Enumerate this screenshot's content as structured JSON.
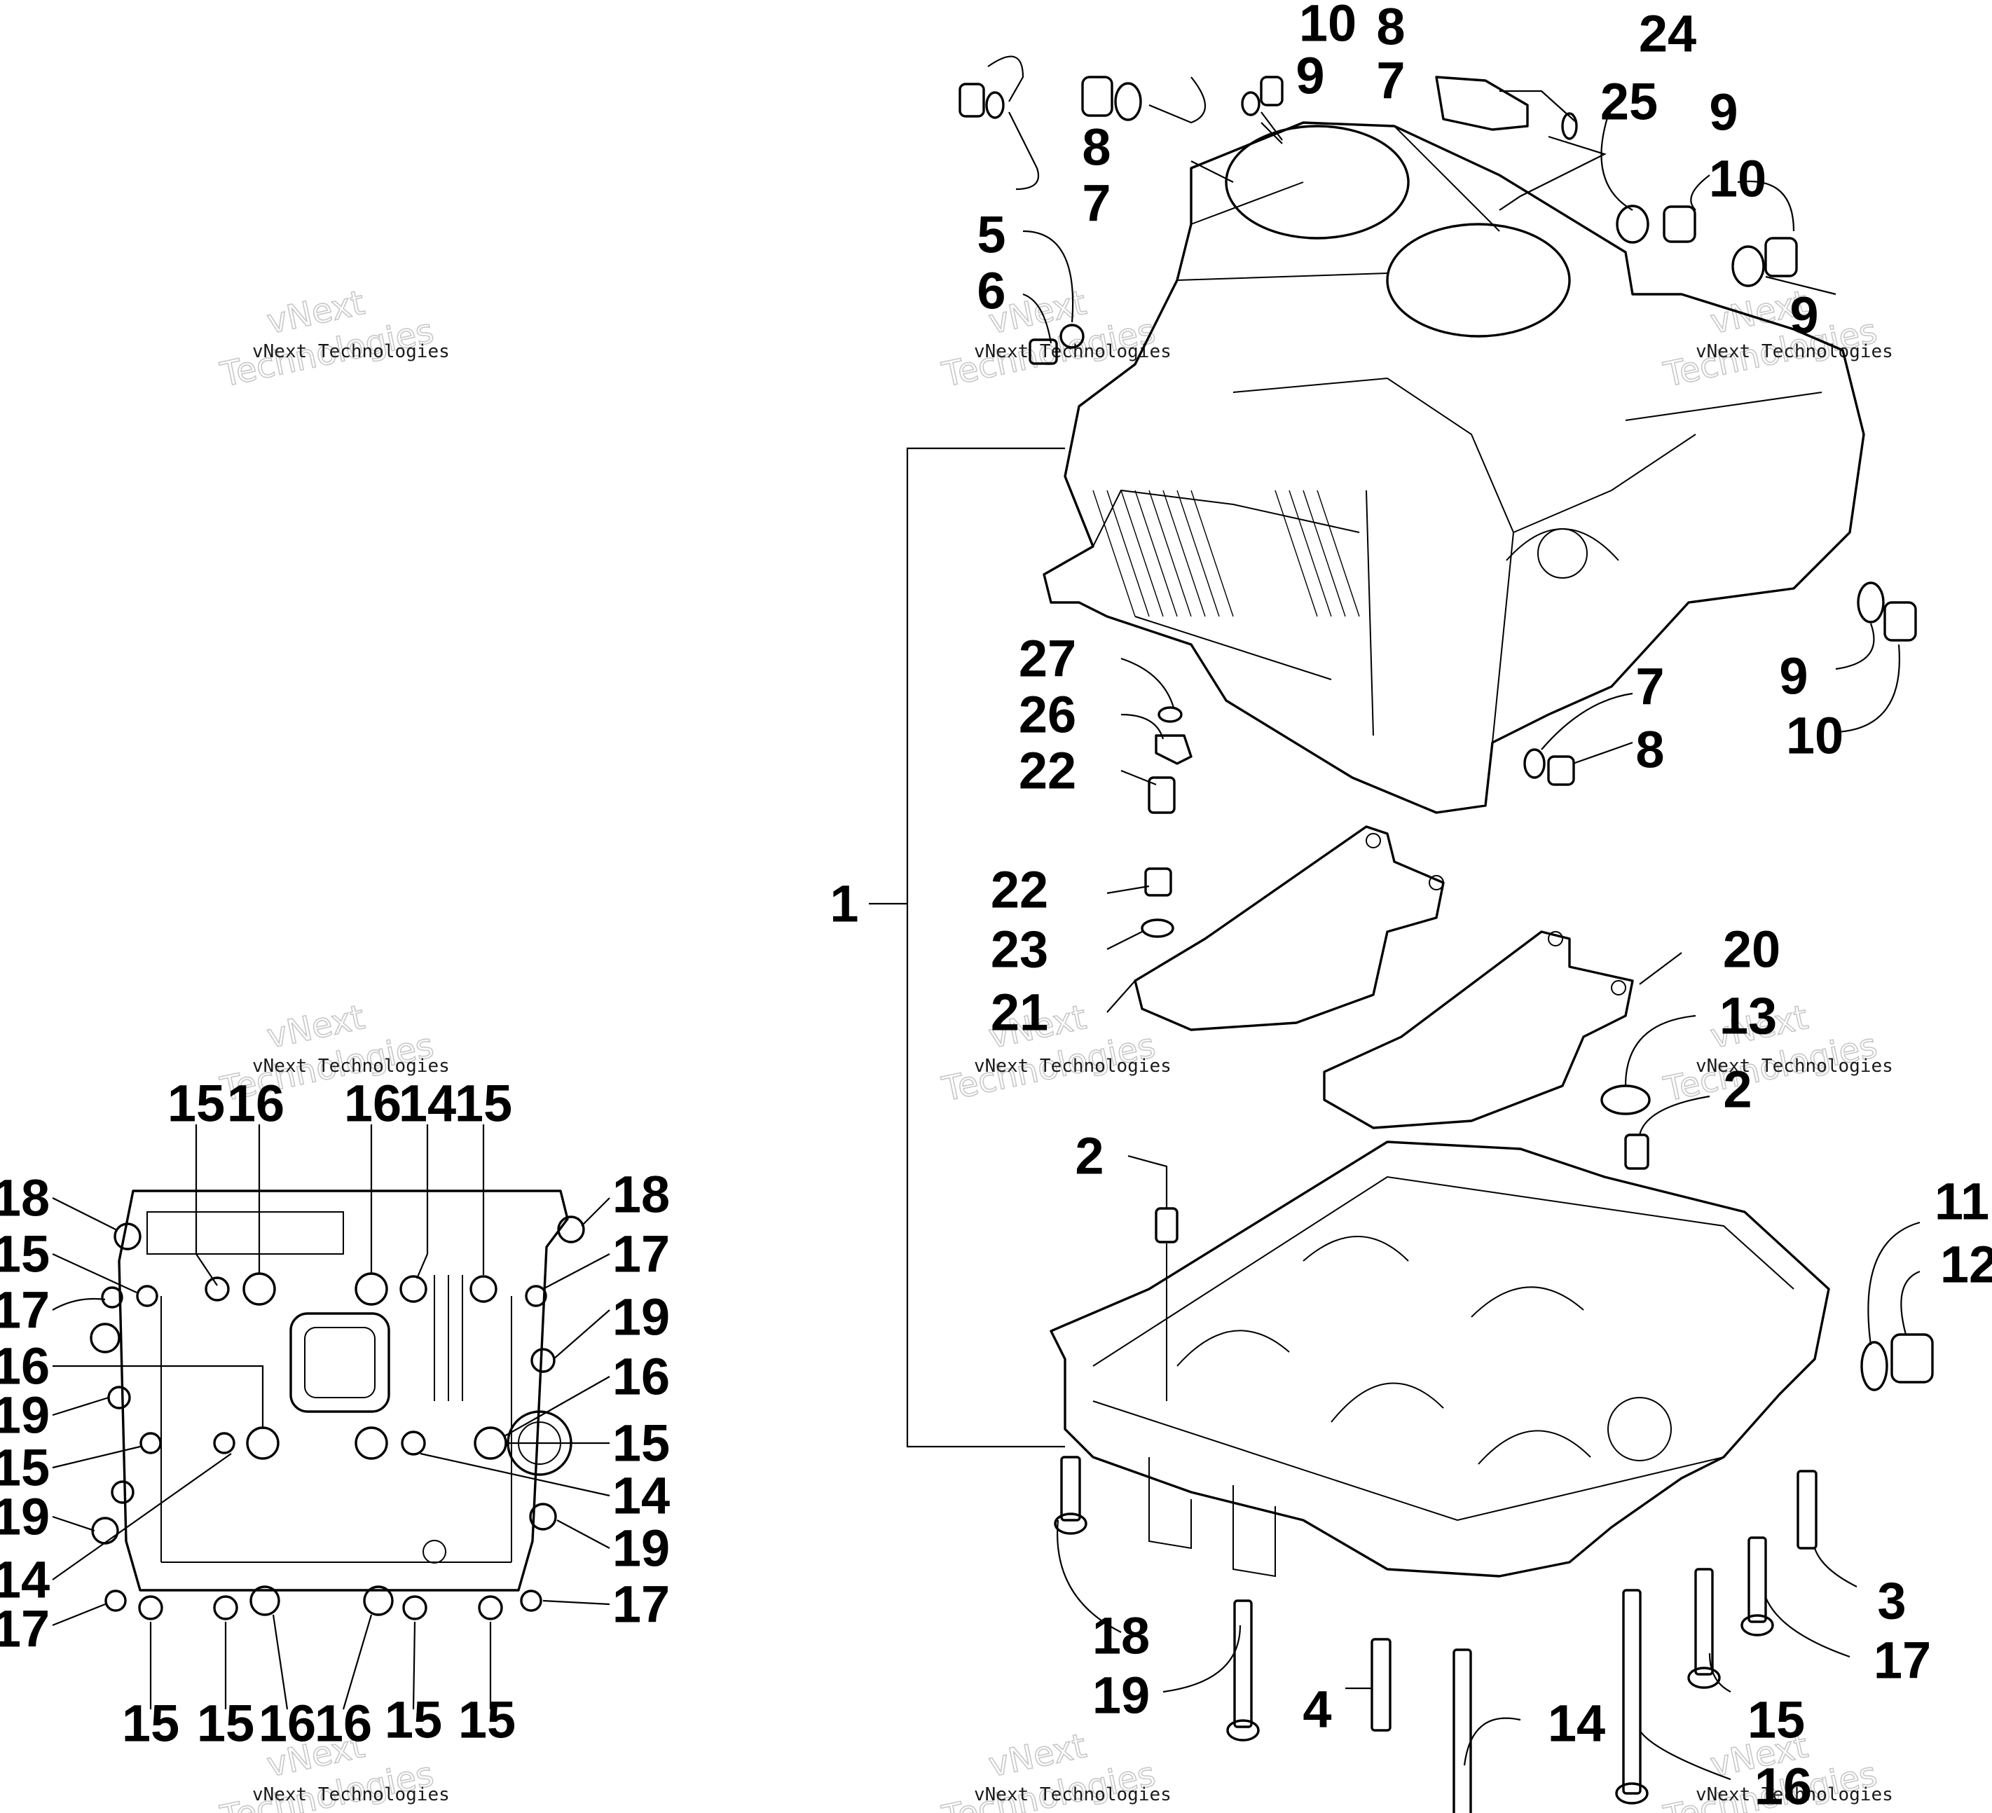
{
  "watermark": {
    "company": "vNext Technologies",
    "word1": "vNext",
    "word2": "Technologies"
  },
  "callouts": [
    {
      "id": "c1",
      "label": "1"
    },
    {
      "id": "c2a",
      "label": "2"
    },
    {
      "id": "c2b",
      "label": "2"
    },
    {
      "id": "c3",
      "label": "3"
    },
    {
      "id": "c4",
      "label": "4"
    },
    {
      "id": "c5",
      "label": "5"
    },
    {
      "id": "c6",
      "label": "6"
    },
    {
      "id": "c7a",
      "label": "7"
    },
    {
      "id": "c7b",
      "label": "7"
    },
    {
      "id": "c7c",
      "label": "7"
    },
    {
      "id": "c8a",
      "label": "8"
    },
    {
      "id": "c8b",
      "label": "8"
    },
    {
      "id": "c8c",
      "label": "8"
    },
    {
      "id": "c9a",
      "label": "9"
    },
    {
      "id": "c9b",
      "label": "9"
    },
    {
      "id": "c9c",
      "label": "9"
    },
    {
      "id": "c9d",
      "label": "9"
    },
    {
      "id": "c10a",
      "label": "10"
    },
    {
      "id": "c10b",
      "label": "10"
    },
    {
      "id": "c10c",
      "label": "10"
    },
    {
      "id": "c11",
      "label": "11"
    },
    {
      "id": "c12",
      "label": "12"
    },
    {
      "id": "c13",
      "label": "13"
    },
    {
      "id": "c14a",
      "label": "14"
    },
    {
      "id": "c15a",
      "label": "15"
    },
    {
      "id": "c16a",
      "label": "16"
    },
    {
      "id": "c17a",
      "label": "17"
    },
    {
      "id": "c18a",
      "label": "18"
    },
    {
      "id": "c19a",
      "label": "19"
    },
    {
      "id": "c20",
      "label": "20"
    },
    {
      "id": "c21",
      "label": "21"
    },
    {
      "id": "c22a",
      "label": "22"
    },
    {
      "id": "c22b",
      "label": "22"
    },
    {
      "id": "c23",
      "label": "23"
    },
    {
      "id": "c24",
      "label": "24"
    },
    {
      "id": "c25",
      "label": "25"
    },
    {
      "id": "c26",
      "label": "26"
    },
    {
      "id": "c27",
      "label": "27"
    },
    {
      "id": "l15a",
      "label": "15"
    },
    {
      "id": "l16a",
      "label": "16"
    },
    {
      "id": "l16b",
      "label": "16"
    },
    {
      "id": "l14a",
      "label": "14"
    },
    {
      "id": "l15b",
      "label": "15"
    },
    {
      "id": "l18a",
      "label": "18"
    },
    {
      "id": "l18b",
      "label": "18"
    },
    {
      "id": "l15c",
      "label": "15"
    },
    {
      "id": "l17a",
      "label": "17"
    },
    {
      "id": "l17b",
      "label": "17"
    },
    {
      "id": "l19a",
      "label": "19"
    },
    {
      "id": "l16c",
      "label": "16"
    },
    {
      "id": "l16d",
      "label": "16"
    },
    {
      "id": "l19b",
      "label": "19"
    },
    {
      "id": "l15d",
      "label": "15"
    },
    {
      "id": "l15e",
      "label": "15"
    },
    {
      "id": "l14b",
      "label": "14"
    },
    {
      "id": "l19c",
      "label": "19"
    },
    {
      "id": "l19d",
      "label": "19"
    },
    {
      "id": "l14c",
      "label": "14"
    },
    {
      "id": "l17c",
      "label": "17"
    },
    {
      "id": "l17d",
      "label": "17"
    },
    {
      "id": "l15f",
      "label": "15"
    },
    {
      "id": "l15g",
      "label": "15"
    },
    {
      "id": "l16e",
      "label": "16"
    },
    {
      "id": "l16f",
      "label": "16"
    },
    {
      "id": "l15h",
      "label": "15"
    },
    {
      "id": "l15i",
      "label": "15"
    }
  ]
}
